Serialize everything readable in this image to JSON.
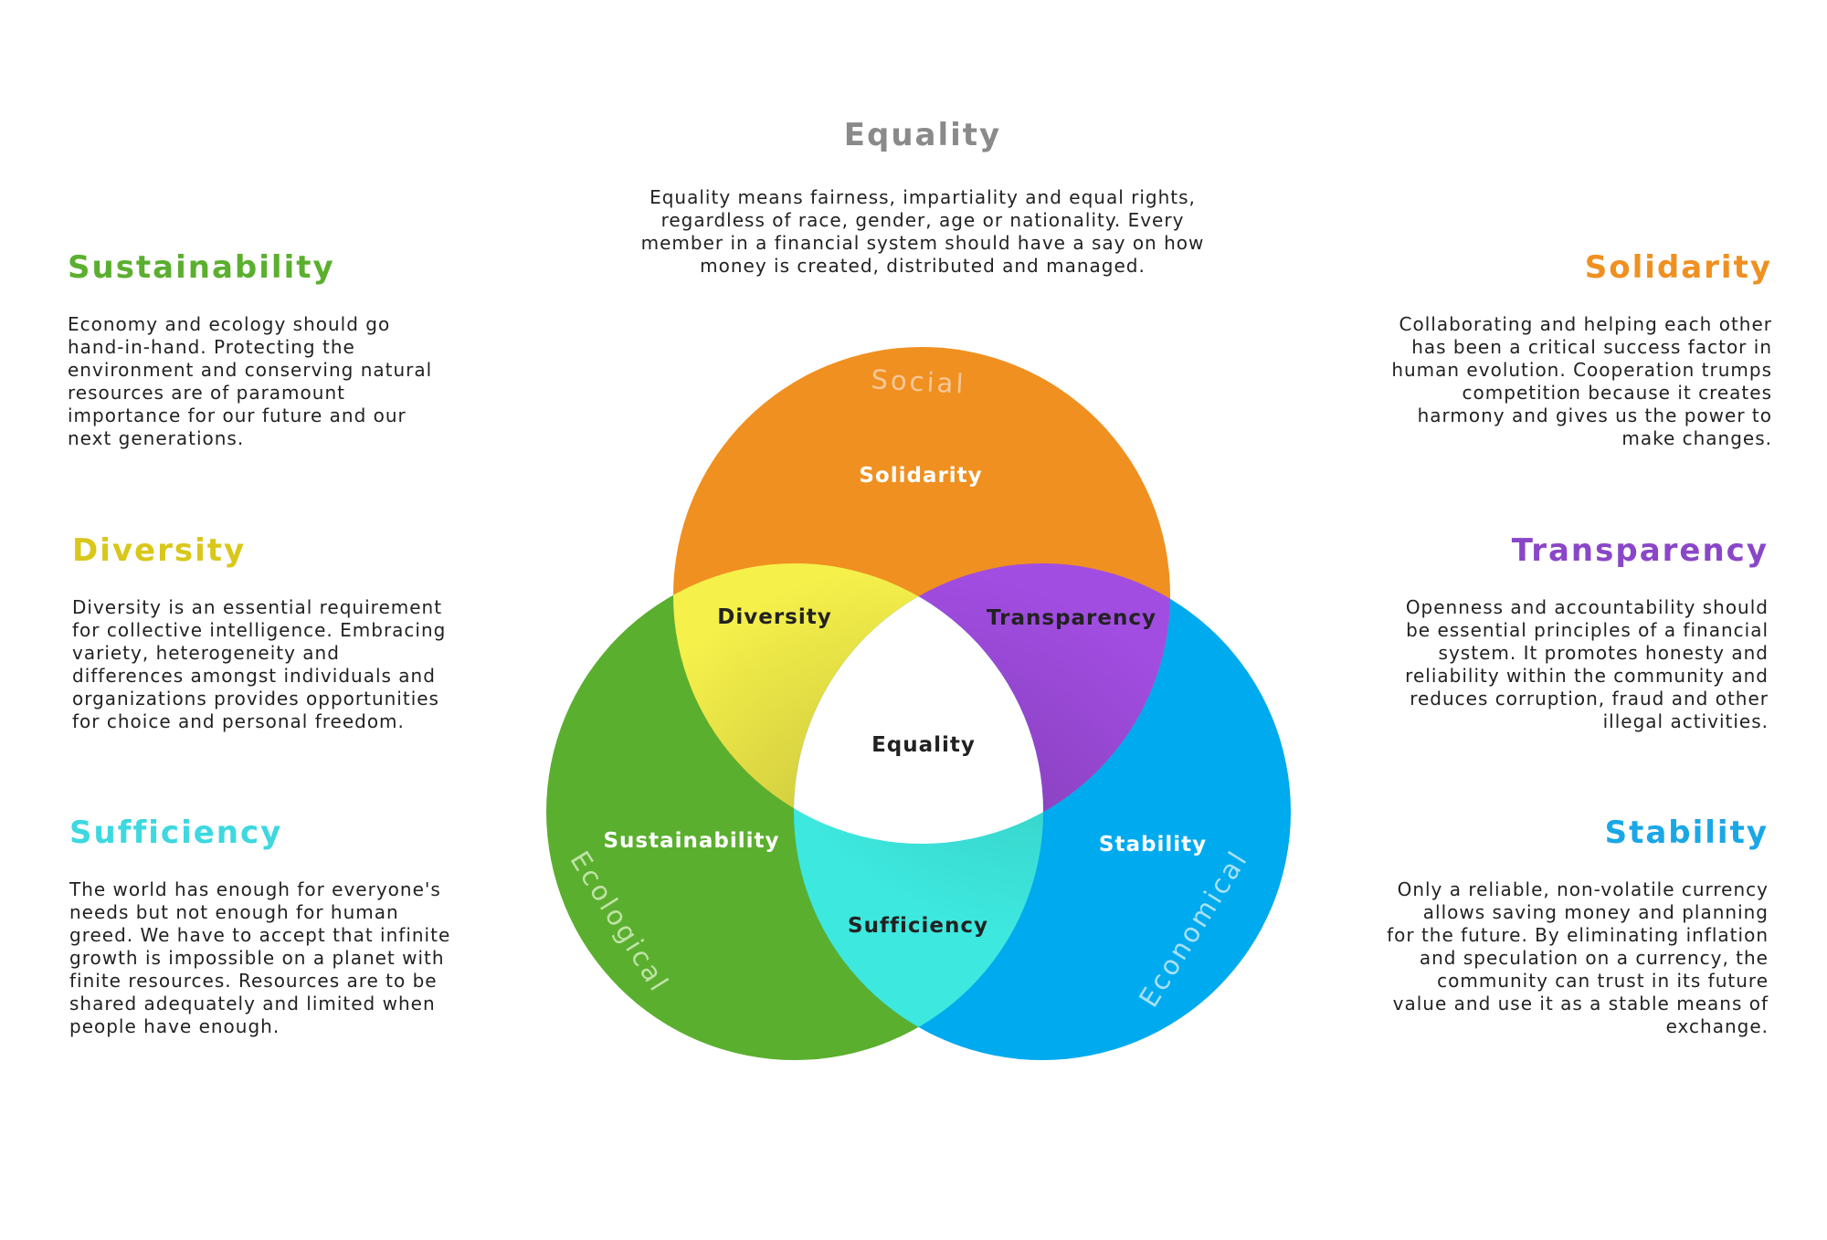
{
  "colors": {
    "social": "#F09020",
    "ecological": "#5BAF2F",
    "economical": "#00AAEE",
    "diversity": "#F5F04A",
    "transparency": "#A24DE2",
    "sufficiency": "#3DE8DE",
    "equality": "#FFFFFF",
    "heading_equality": "#8A8A8A",
    "heading_sustainability": "#5BAF2F",
    "heading_diversity": "#D9C71A",
    "heading_sufficiency": "#3DD8E0",
    "heading_solidarity": "#F09020",
    "heading_transparency": "#8A46C8",
    "heading_stability": "#1AA7E6"
  },
  "top": {
    "title": "Equality",
    "text": "Equality means fairness, impartiality and equal rights,\nregardless of race, gender, age or nationality. Every\nmember in a financial system should have a say on how\nmoney is created, distributed and managed."
  },
  "left": [
    {
      "title": "Sustainability",
      "text": "Economy and ecology should go\nhand-in-hand. Protecting the\nenvironment and conserving natural\nresources are of paramount\nimportance for our future and our\nnext generations."
    },
    {
      "title": "Diversity",
      "text": "Diversity is an essential requirement\nfor collective intelligence. Embracing\nvariety, heterogeneity and\ndifferences amongst individuals and\norganizations provides opportunities\nfor choice and personal freedom."
    },
    {
      "title": "Sufficiency",
      "text": "The world has enough for everyone's\nneeds but not enough for human\ngreed. We have to accept that infinite\ngrowth is impossible on a planet with\nfinite resources. Resources are to be\nshared adequately and limited when\npeople have enough."
    }
  ],
  "right": [
    {
      "title": "Solidarity",
      "text": "Collaborating and helping each other\nhas been a critical success factor in\nhuman evolution. Cooperation trumps\ncompetition because it creates\nharmony and gives us the power to\nmake changes."
    },
    {
      "title": "Transparency",
      "text": "Openness and accountability should\nbe essential principles of a financial\nsystem. It promotes honesty and\nreliability within the community and\nreduces corruption, fraud and other\nillegal activities."
    },
    {
      "title": "Stability",
      "text": "Only a reliable, non-volatile currency\nallows saving money and planning\nfor the future. By eliminating inflation\nand speculation on a currency, the\ncommunity can trust in its future\nvalue and use it as a stable means of\nexchange."
    }
  ],
  "venn": {
    "circles": {
      "social": "Social",
      "ecological": "Ecological",
      "economical": "Economical"
    },
    "regions": {
      "solidarity": "Solidarity",
      "diversity": "Diversity",
      "transparency": "Transparency",
      "equality": "Equality",
      "sustainability": "Sustainability",
      "stability": "Stability",
      "sufficiency": "Sufficiency"
    }
  }
}
